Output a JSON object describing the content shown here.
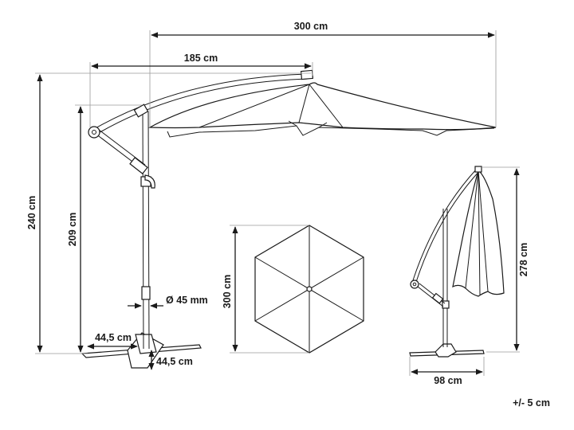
{
  "dimensions": {
    "canopy_width": "300 cm",
    "arm_reach": "185 cm",
    "total_height": "240 cm",
    "pole_height": "209 cm",
    "pole_diameter": "Ø 45 mm",
    "base_length": "44,5 cm",
    "base_width": "44,5 cm",
    "top_view_width": "300 cm",
    "closed_height": "278 cm",
    "closed_base_width": "98 cm"
  },
  "tolerance": "+/- 5 cm"
}
